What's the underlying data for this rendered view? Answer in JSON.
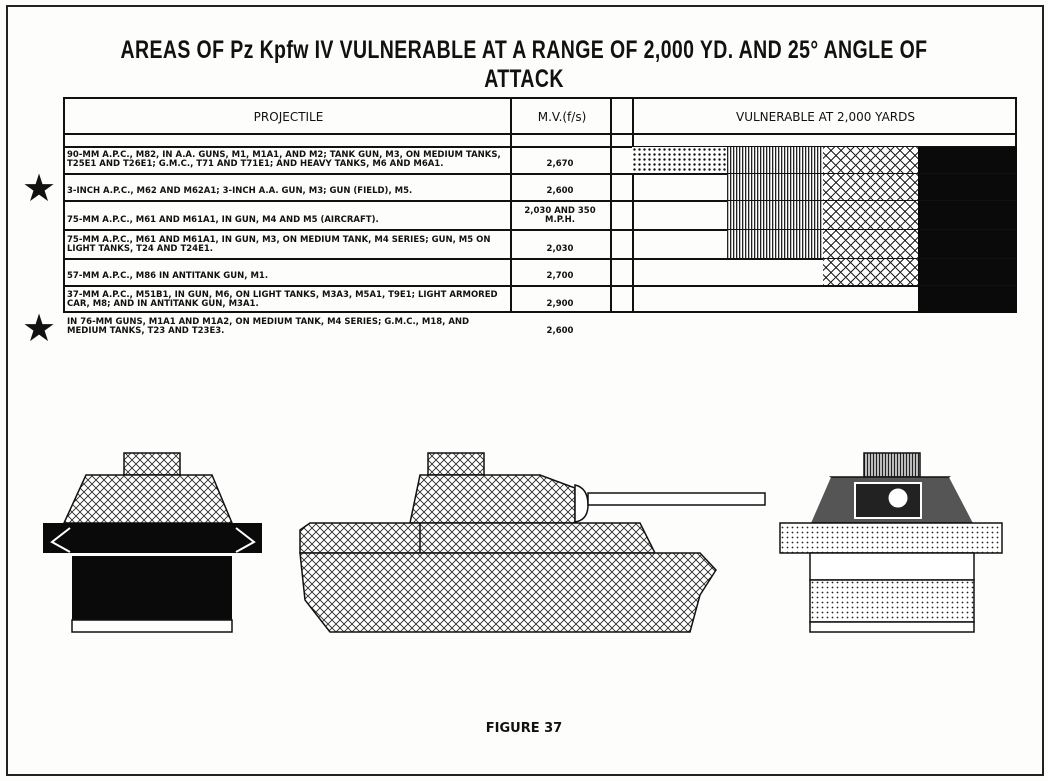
{
  "title": "AREAS OF Pz Kpfw IV VULNERABLE AT A RANGE OF 2,000 YD. AND 25° ANGLE OF ATTACK",
  "table": {
    "headers": {
      "projectile": "PROJECTILE",
      "mv": "M.V.(f/s)",
      "vulnerable": "VULNERABLE AT 2,000 YARDS"
    },
    "rows": [
      {
        "projectile": "90-MM A.P.C., M82, IN A.A. GUNS, M1, M1A1, AND M2; TANK GUN, M3, ON MEDIUM TANKS, T25E1 AND T26E1; G.M.C., T71 AND T71E1; AND HEAVY TANKS, M6 AND M6A1.",
        "mv": "2,670",
        "starred": false,
        "vulnerable_zones": [
          "dots",
          "lines",
          "cross",
          "black"
        ]
      },
      {
        "projectile": "3-INCH A.P.C., M62 AND M62A1; 3-INCH A.A. GUN, M3; GUN (FIELD), M5.",
        "mv": "2,600",
        "starred": true,
        "vulnerable_zones": [
          "lines",
          "cross",
          "black"
        ]
      },
      {
        "projectile": "75-MM A.P.C., M61 AND M61A1, IN GUN, M4 AND M5 (AIRCRAFT).",
        "mv": "2,030 AND 350 M.P.H.",
        "starred": false,
        "vulnerable_zones": [
          "lines",
          "cross",
          "black"
        ]
      },
      {
        "projectile": "75-MM A.P.C., M61 AND M61A1, IN GUN, M3, ON MEDIUM TANK, M4 SERIES; GUN, M5 ON LIGHT TANKS, T24 AND T24E1.",
        "mv": "2,030",
        "starred": false,
        "vulnerable_zones": [
          "lines",
          "cross",
          "black"
        ]
      },
      {
        "projectile": "57-MM A.P.C., M86 IN ANTITANK GUN, M1.",
        "mv": "2,700",
        "starred": false,
        "vulnerable_zones": [
          "cross",
          "black"
        ]
      },
      {
        "projectile": "37-MM A.P.C., M51B1, IN GUN, M6, ON LIGHT TANKS, M3A3, M5A1, T9E1; LIGHT ARMORED CAR, M8; AND IN ANTITANK GUN, M3A1.",
        "mv": "2,900",
        "starred": false,
        "vulnerable_zones": [
          "black"
        ]
      },
      {
        "projectile": "IN 76-MM GUNS, M1A1 AND M1A2, ON MEDIUM TANK, M4 SERIES; G.M.C., M18, AND MEDIUM TANKS, T23 AND T23E3.",
        "mv": "2,600",
        "starred": true,
        "vulnerable_zones": []
      }
    ]
  },
  "caption": "FIGURE 37"
}
